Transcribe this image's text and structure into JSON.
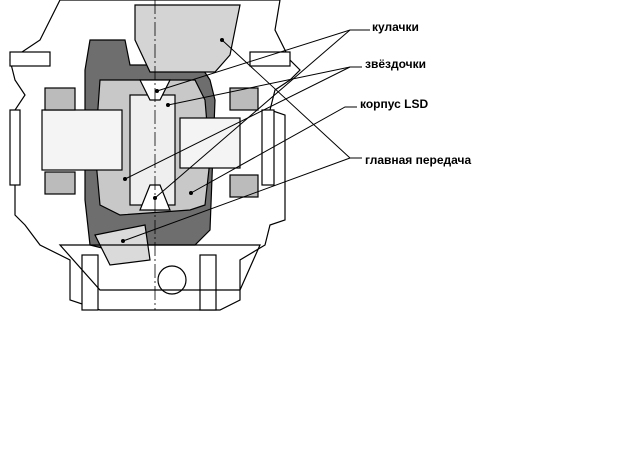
{
  "labels": {
    "cams": "кулачки",
    "stars": "звёздочки",
    "lsd_housing": "корпус LSD",
    "final_drive": "главная передача"
  },
  "colors": {
    "dark_gray": "#6e6e6e",
    "light_gray": "#c8c8c8",
    "outline": "#000000"
  }
}
